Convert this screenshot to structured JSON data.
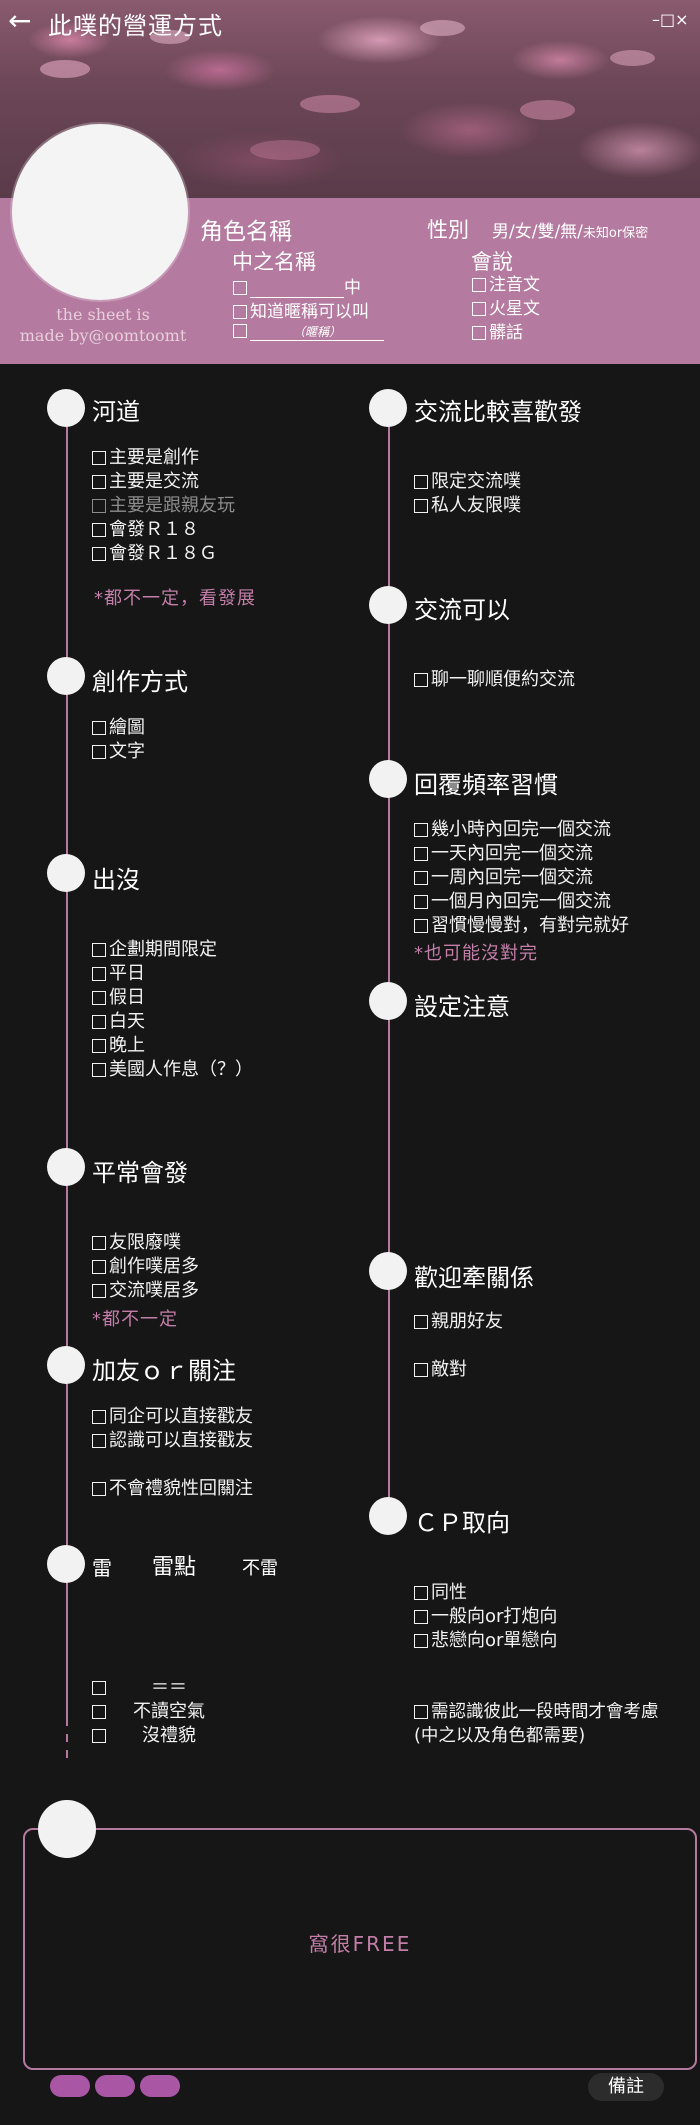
{
  "header": {
    "back_icon": "arrow-left-icon",
    "title": "此噗的營運方式",
    "window_controls": "–□×"
  },
  "profile": {
    "role_name_label": "角色名稱",
    "gender_label": "性別",
    "gender_options": "男/女/雙/無/",
    "gender_unknown": "未知or保密",
    "inner_name_label": "中之名稱",
    "inner_suffix": "中",
    "nickname_option": "知道暱稱可以叫",
    "nickname_hint": "（暱稱）",
    "speak_label": "會說",
    "speak_options": [
      "注音文",
      "火星文",
      "髒話"
    ],
    "credit_line1": "the sheet is",
    "credit_line2": "made by@oomtoomt"
  },
  "left": {
    "river": {
      "title": "河道",
      "options": [
        "主要是創作",
        "主要是交流",
        "主要是跟親友玩",
        "會發Ｒ１８",
        "會發Ｒ１８Ｇ"
      ],
      "note": "*都不一定，看發展"
    },
    "create": {
      "title": "創作方式",
      "options": [
        "繪圖",
        "文字"
      ]
    },
    "appear": {
      "title": "出沒",
      "options": [
        "企劃期間限定",
        "平日",
        "假日",
        "白天",
        "晚上",
        "美國人作息（？）"
      ]
    },
    "usual": {
      "title": "平常會發",
      "options": [
        "友限廢噗",
        "創作噗居多",
        "交流噗居多"
      ],
      "note": "*都不一定"
    },
    "follow": {
      "title": "加友ｏｒ關注",
      "options": [
        "同企可以直接戳友",
        "認識可以直接戳友"
      ],
      "extra": "不會禮貌性回關注"
    },
    "mines": {
      "title": "雷",
      "col2": "雷點",
      "col3": "不雷",
      "rows": [
        "＝＝",
        "不讀空氣",
        "沒禮貌"
      ]
    }
  },
  "right": {
    "prefer": {
      "title": "交流比較喜歡發",
      "options": [
        "限定交流噗",
        "私人友限噗"
      ]
    },
    "ok": {
      "title": "交流可以",
      "options": [
        "聊一聊順便約交流"
      ]
    },
    "reply": {
      "title": "回覆頻率習慣",
      "options": [
        "幾小時內回完一個交流",
        "一天內回完一個交流",
        "一周內回完一個交流",
        "一個月內回完一個交流",
        "習慣慢慢對，有對完就好"
      ],
      "note": "*也可能沒對完"
    },
    "setting": {
      "title": "設定注意"
    },
    "relation": {
      "title": "歡迎牽關係",
      "options": [
        "親朋好友",
        "敵對"
      ]
    },
    "cp": {
      "title": "ＣＰ取向",
      "options": [
        "同性",
        "一般向or打炮向",
        "悲戀向or單戀向"
      ],
      "extra_line1": "需認識彼此一段時間才會考慮",
      "extra_line2": "(中之以及角色都需要)"
    }
  },
  "footer": {
    "panel_text": "窩很FREE",
    "notes_button": "備註"
  },
  "colors": {
    "accent": "#b57a9f",
    "pink_text": "#c27ea8",
    "background": "#161616",
    "pill": "#a956a4"
  }
}
